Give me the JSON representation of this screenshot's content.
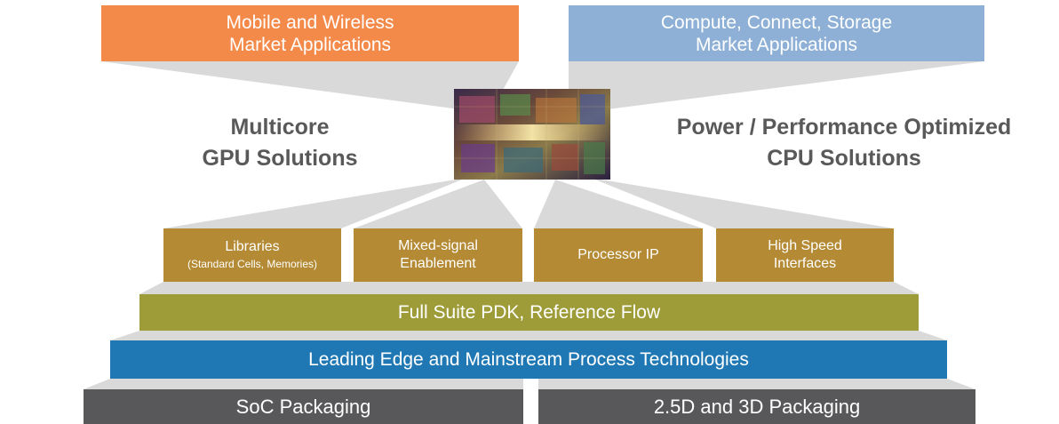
{
  "colors": {
    "mobile": "#f48a4a",
    "compute": "#8eb0d6",
    "ip_blocks": "#b48a34",
    "pdk": "#9e9c39",
    "process": "#1f78b4",
    "packaging": "#58585a",
    "rays": "#d9d9d9",
    "bold_text": "#595959"
  },
  "markets": {
    "mobile": {
      "line1": "Mobile and Wireless",
      "line2": "Market Applications"
    },
    "compute": {
      "line1": "Compute, Connect, Storage",
      "line2": "Market Applications"
    }
  },
  "solutions": {
    "gpu": {
      "line1": "Multicore",
      "line2": "GPU Solutions"
    },
    "cpu": {
      "line1": "Power / Performance Optimized",
      "line2": "CPU Solutions"
    }
  },
  "ip_blocks": {
    "libraries": {
      "line1": "Libraries",
      "line2": "(Standard Cells, Memories)"
    },
    "mixed_signal": {
      "line1": "Mixed-signal",
      "line2": "Enablement"
    },
    "processor": {
      "line1": "Processor IP"
    },
    "high_speed": {
      "line1": "High Speed",
      "line2": "Interfaces"
    }
  },
  "pdk": {
    "label": "Full Suite PDK, Reference Flow"
  },
  "process": {
    "label": "Leading Edge and Mainstream Process Technologies"
  },
  "packaging": {
    "soc": "SoC Packaging",
    "three_d": "2.5D and 3D Packaging"
  },
  "icons": {
    "chip": "chip-die-image"
  }
}
